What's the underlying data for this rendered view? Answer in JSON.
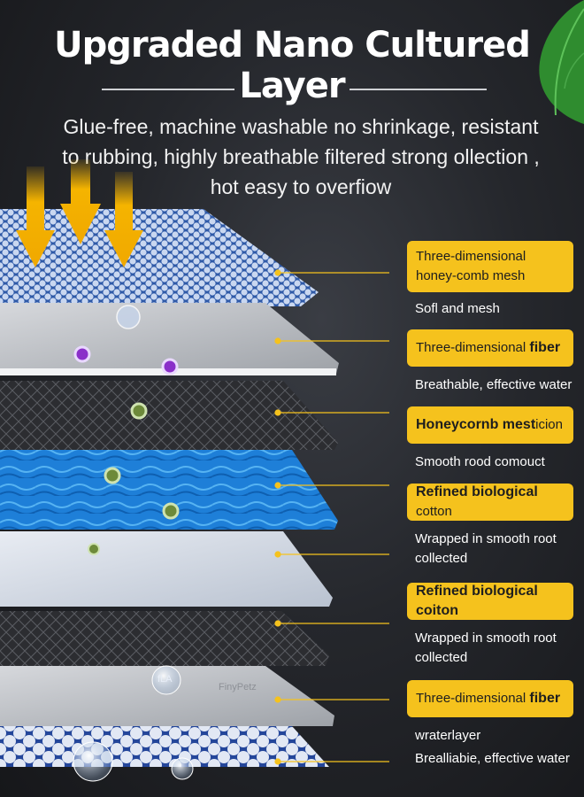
{
  "header": {
    "title": "Upgraded Nano Cultured Layer",
    "subtitle": "Glue-free, machine washable no shrinkage, resistant to rubbing, highly breathable filtered strong ollection , hot easy to overfiow"
  },
  "layers": [
    {
      "label": "Three-dimensional honey-comb mesh",
      "desc": "Sofl and mesh"
    },
    {
      "label_plain": "Three-dimensional ",
      "label_bold": "fiber",
      "desc": "Breathable, effective water"
    },
    {
      "label_bold": "Honeycornb mest",
      "label_plain": "icion",
      "desc": "Smooth rood comouct"
    },
    {
      "label_bold": "Refined biological",
      "label_plain": " cotton",
      "desc": "Wrapped in smooth root collected"
    },
    {
      "label_bold": "Refined biological coiton",
      "desc": "Wrapped in smooth root collected"
    },
    {
      "label_plain": "Three-dimensional ",
      "label_bold": "fiber",
      "desc": "wraterlayer",
      "desc2": "Brealliabie, effective water"
    }
  ],
  "watermark": "FinyPetz",
  "bubble_text": "fLA",
  "colors": {
    "accent": "#f5c21d",
    "blue_mesh": "#3a62b8",
    "blue_water": "#1a7fd6"
  },
  "icons": [
    "leaf-icon",
    "arrow-down-icon",
    "molecule-icon",
    "bubble-icon"
  ]
}
